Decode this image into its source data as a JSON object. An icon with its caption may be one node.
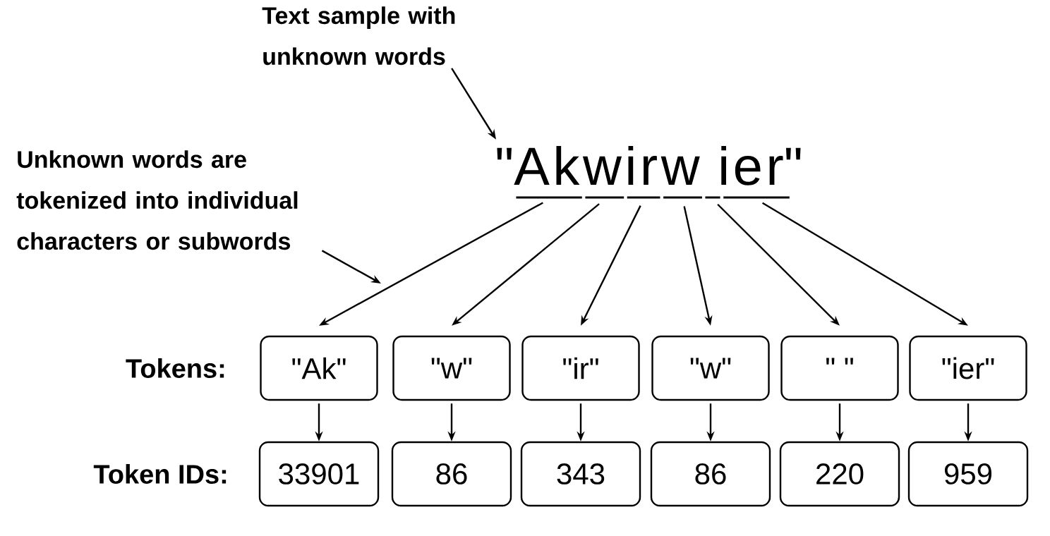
{
  "diagram": {
    "nodes": [
      {
        "text": [
          "Text sample with unknown words"
        ]
      },
      {
        "text": [
          "\"Akwirw ier\""
        ]
      },
      {
        "text": [],
        "shape": "bar"
      },
      {
        "text": [],
        "shape": "bar"
      },
      {
        "text": [],
        "shape": "bar"
      },
      {
        "text": [],
        "shape": "bar"
      },
      {
        "text": [],
        "shape": "bar"
      },
      {
        "text": [],
        "shape": "bar"
      },
      {
        "text": [
          "Unknown words are tokenized into individual characters or subwords"
        ]
      },
      {
        "text": [
          "\"Ak\""
        ]
      },
      {
        "text": [
          "\"w\""
        ]
      },
      {
        "text": [
          "\"ir\""
        ]
      },
      {
        "text": [
          "\"w\""
        ]
      },
      {
        "text": [
          "\" \""
        ]
      },
      {
        "text": [
          "\"ier\""
        ]
      },
      {
        "text": [
          "33901"
        ]
      },
      {
        "text": [
          "86"
        ]
      },
      {
        "text": [
          "343"
        ]
      },
      {
        "text": [
          "86"
        ]
      },
      {
        "text": [
          "220"
        ]
      },
      {
        "text": [
          "959"
        ]
      }
    ],
    "edges": [
      {
        "from": 0,
        "to": 1,
        "arrow": "to"
      },
      {
        "from": 8,
        "to": null,
        "arrow": "to"
      },
      {
        "from": 2,
        "to": 9,
        "arrow": "to"
      },
      {
        "from": 3,
        "to": 10,
        "arrow": "to"
      },
      {
        "from": 4,
        "to": 11,
        "arrow": "to"
      },
      {
        "from": 5,
        "to": 12,
        "arrow": "to"
      },
      {
        "from": 6,
        "to": 13,
        "arrow": "to"
      },
      {
        "from": 7,
        "to": 14,
        "arrow": "to"
      },
      {
        "from": 9,
        "to": 15,
        "arrow": "to"
      },
      {
        "from": 10,
        "to": 16,
        "arrow": "to"
      },
      {
        "from": 11,
        "to": 17,
        "arrow": "to"
      },
      {
        "from": 12,
        "to": 18,
        "arrow": "to"
      },
      {
        "from": 13,
        "to": 19,
        "arrow": "to"
      },
      {
        "from": 14,
        "to": 20,
        "arrow": "to"
      }
    ],
    "labels": [
      "Tokens:",
      "Token IDs:"
    ]
  }
}
